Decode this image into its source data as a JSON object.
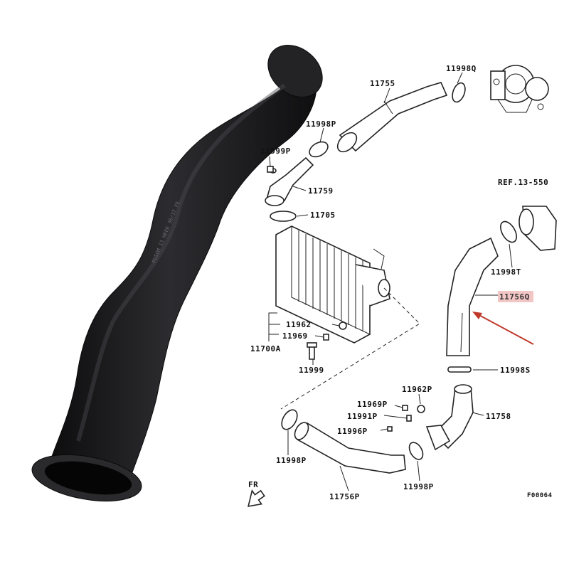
{
  "diagram": {
    "labels": {
      "p11755": "11755",
      "p11998Q": "11998Q",
      "p11998P_top": "11998P",
      "p11999P": "11999P",
      "p11759": "11759",
      "p11705": "11705",
      "pREF": "REF.13-550",
      "p11998T": "11998T",
      "p11756Q": "11756Q",
      "p11962": "11962",
      "p11969": "11969",
      "p11700A": "11700A",
      "p11999": "11999",
      "p11998S": "11998S",
      "p11969P": "11969P",
      "p11962P": "11962P",
      "p11991P": "11991P",
      "p11996P": "11996P",
      "p11758": "11758",
      "p11998P_left": "11998P",
      "p11998P_bottom": "11998P",
      "p11756P": "11756P",
      "pFR": "FR",
      "pF00064": "F00064",
      "hose_print": "PUSOM 13 WEEK 36/37 FE"
    },
    "highlight_color": "#f3c6c6",
    "arrow_color": "#c0392b",
    "hose_color": "#1c1c1e"
  }
}
